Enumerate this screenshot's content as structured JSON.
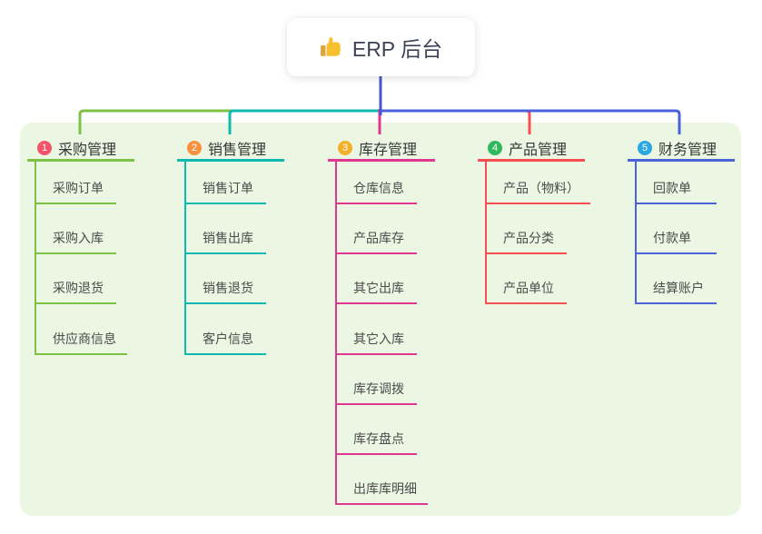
{
  "root": {
    "icon": "thumbs-up",
    "label": "ERP 后台"
  },
  "colors": {
    "page_bg": "#ffffff",
    "panel_bg": "#ebf7e3",
    "node_bg": "#ffffff",
    "root_text": "#3c4354",
    "root_line": "#4656d0",
    "thumb": "#f7c02e",
    "thumb_cuff": "#dfa33c"
  },
  "branches": [
    {
      "num": "1",
      "label": "采购管理",
      "accent": "#7dc244",
      "badge": "#f4536b",
      "items": [
        "采购订单",
        "采购入库",
        "采购退货",
        "供应商信息"
      ]
    },
    {
      "num": "2",
      "label": "销售管理",
      "accent": "#0fb9b1",
      "badge": "#f7903f",
      "items": [
        "销售订单",
        "销售出库",
        "销售退货",
        "客户信息"
      ]
    },
    {
      "num": "3",
      "label": "库存管理",
      "accent": "#e0378f",
      "badge": "#f5b02a",
      "items": [
        "仓库信息",
        "产品库存",
        "其它出库",
        "其它入库",
        "库存调拨",
        "库存盘点",
        "出库库明细"
      ]
    },
    {
      "num": "4",
      "label": "产品管理",
      "accent": "#f84d52",
      "badge": "#30b85c",
      "items": [
        "产品（物料）",
        "产品分类",
        "产品单位"
      ]
    },
    {
      "num": "5",
      "label": "财务管理",
      "accent": "#4a63d8",
      "badge": "#2ba7e2",
      "items": [
        "回款单",
        "付款单",
        "结算账户"
      ]
    }
  ]
}
